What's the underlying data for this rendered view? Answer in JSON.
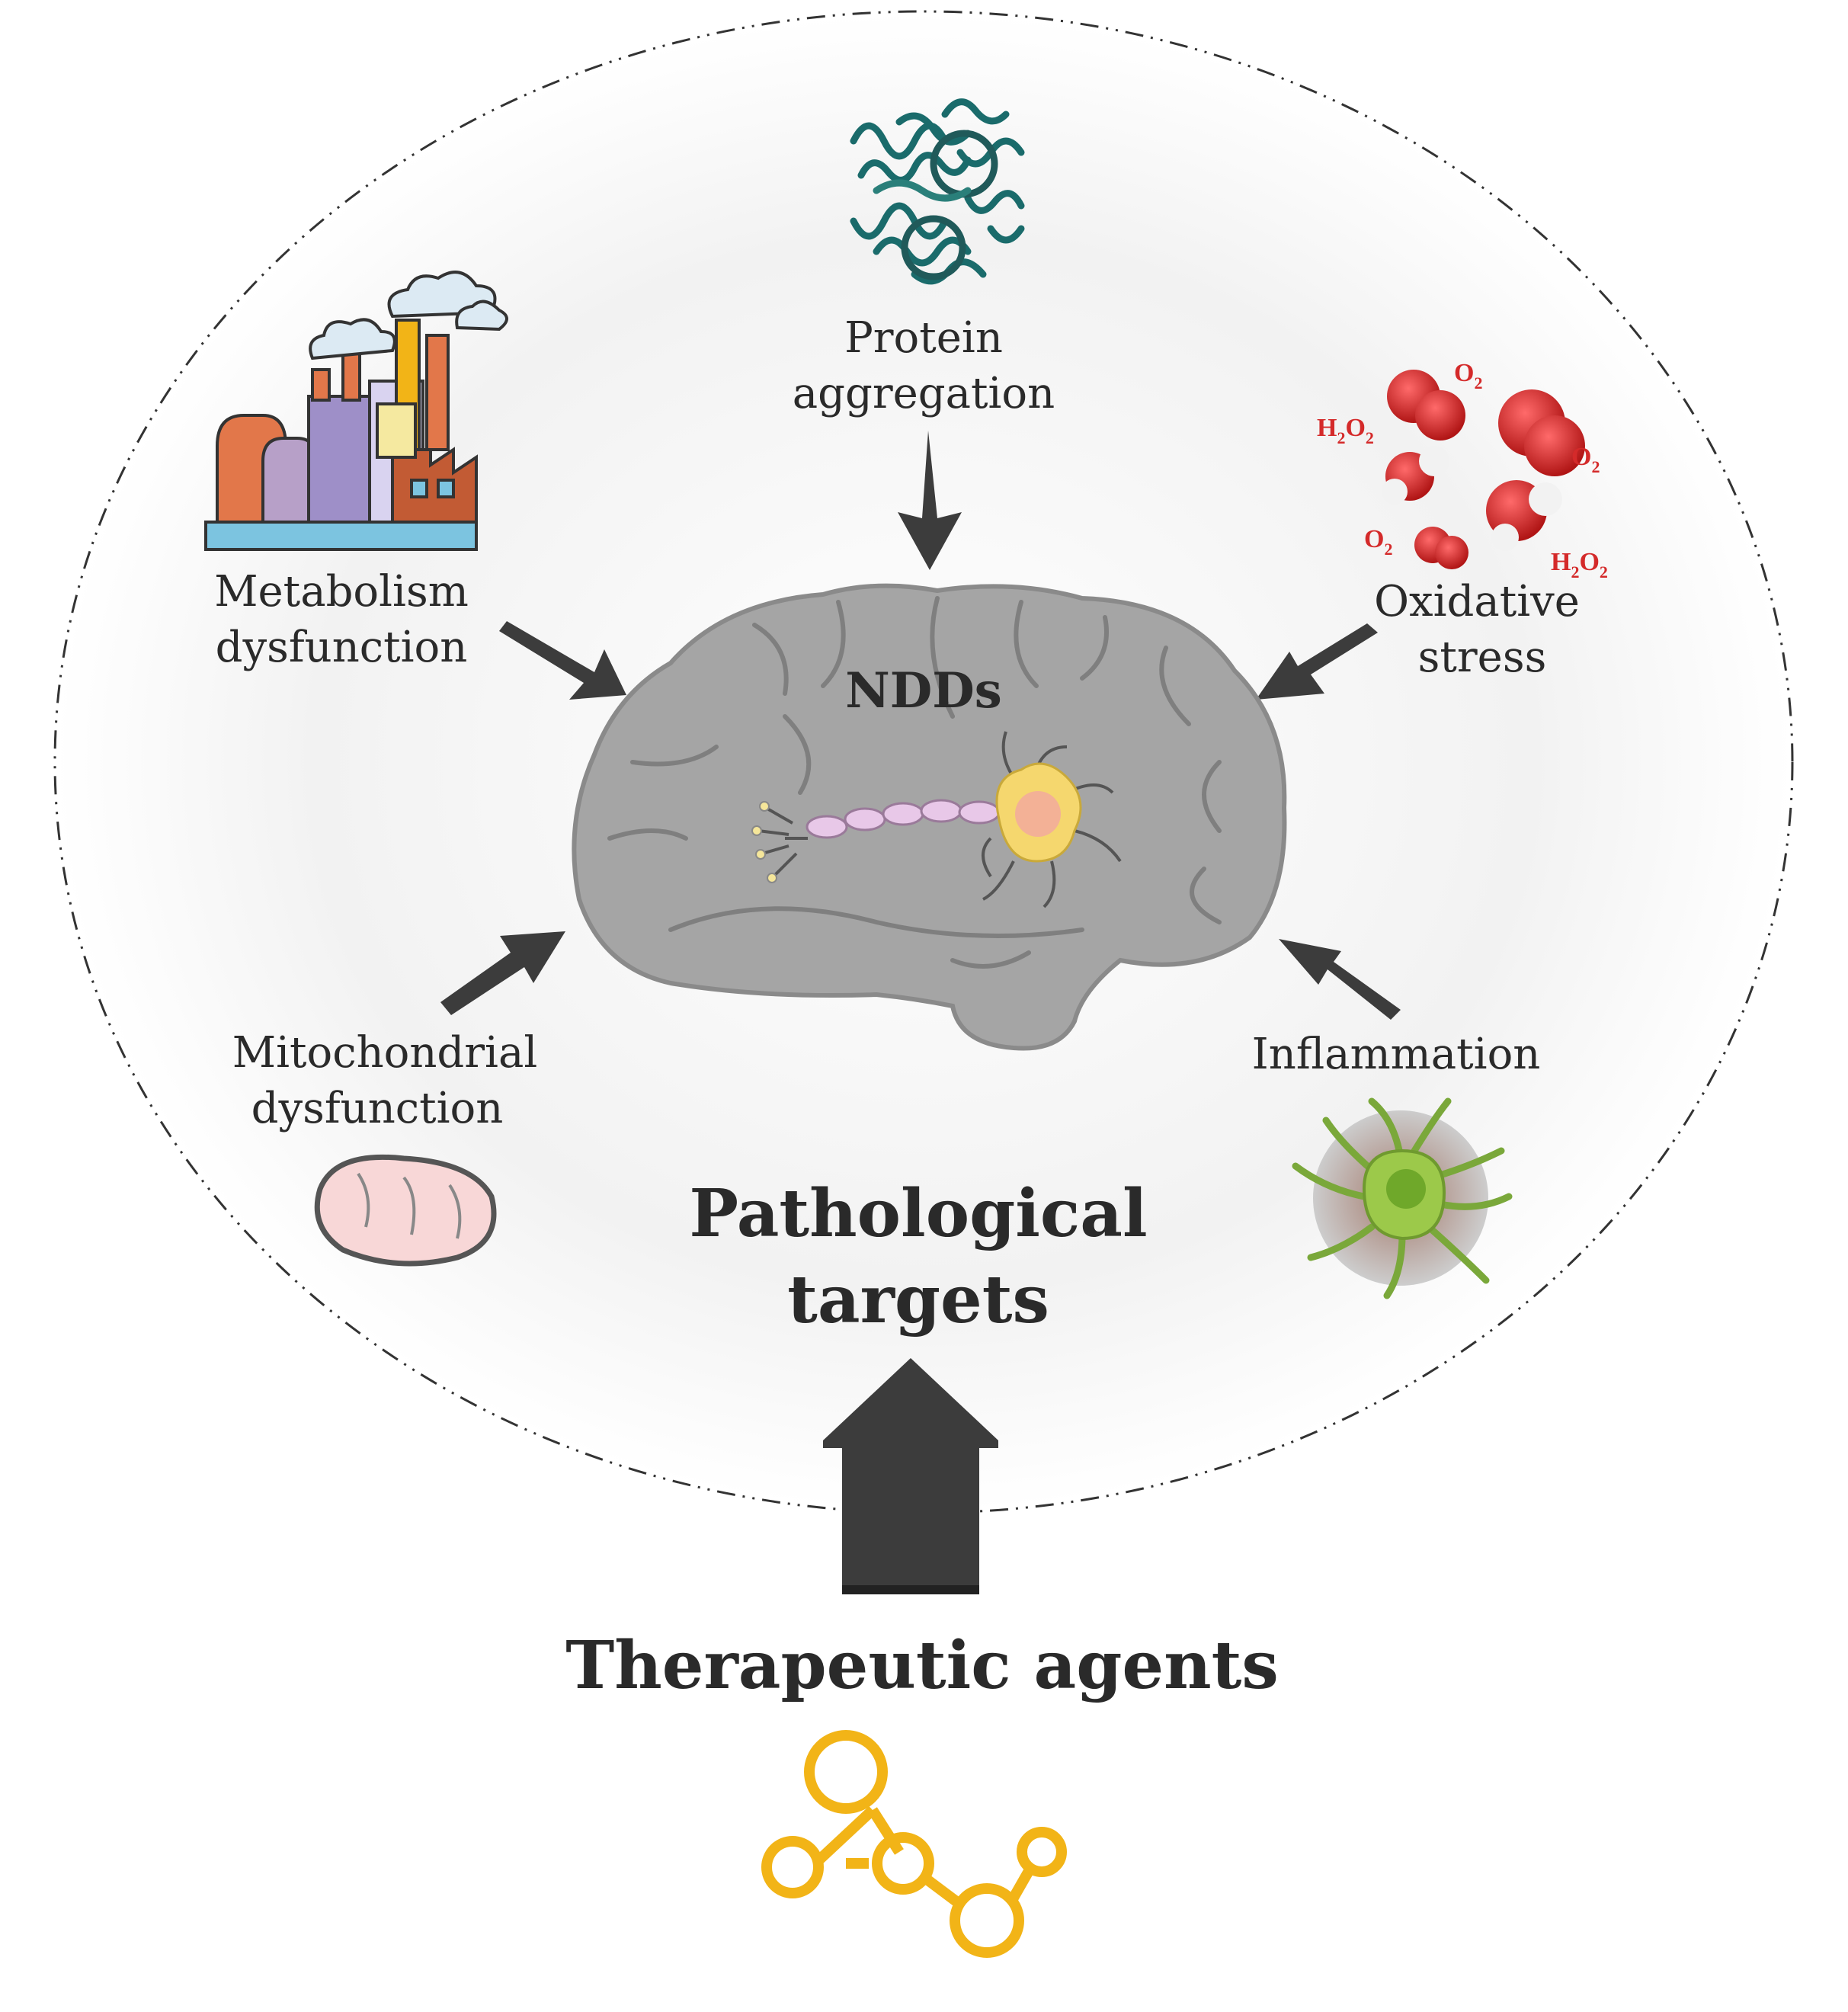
{
  "center": {
    "label": "NDDs"
  },
  "targets_heading": {
    "line1": "Pathological",
    "line2": "targets"
  },
  "causes": {
    "protein": {
      "line1": "Protein",
      "line2": "aggregation"
    },
    "metabolism": {
      "line1": "Metabolism",
      "line2": "dysfunction"
    },
    "oxidative": {
      "line1": "Oxidative",
      "line2": "stress"
    },
    "mitochondrial": {
      "line1": "Mitochondrial",
      "line2": "dysfunction"
    },
    "inflammation": {
      "line1": "Inflammation"
    }
  },
  "molecules": {
    "o2_a": "O",
    "o2_b": "O",
    "o2_c": "O",
    "h2o2_a": "H",
    "h2o2_b": "H",
    "sub2": "2",
    "o_letter": "O"
  },
  "therapeutic": {
    "label": "Therapeutic agents"
  },
  "icons": {
    "protein": "protein-structure-icon",
    "metabolism": "factory-icon",
    "oxidative": "ros-molecules-icon",
    "mitochondrial": "mitochondrion-icon",
    "inflammation": "microglia-cell-icon",
    "center": "brain-with-neuron-icon",
    "therapeutic": "molecule-structure-icon"
  },
  "colors": {
    "arrow": "#3c3c3c",
    "brain": "#9e9e9e",
    "ros": "#d42a2a",
    "molecule": "#f2b417",
    "neuron": "#f5d76e",
    "microglia": "#9cc94a",
    "mitochondrion": "#f8d7d7"
  }
}
